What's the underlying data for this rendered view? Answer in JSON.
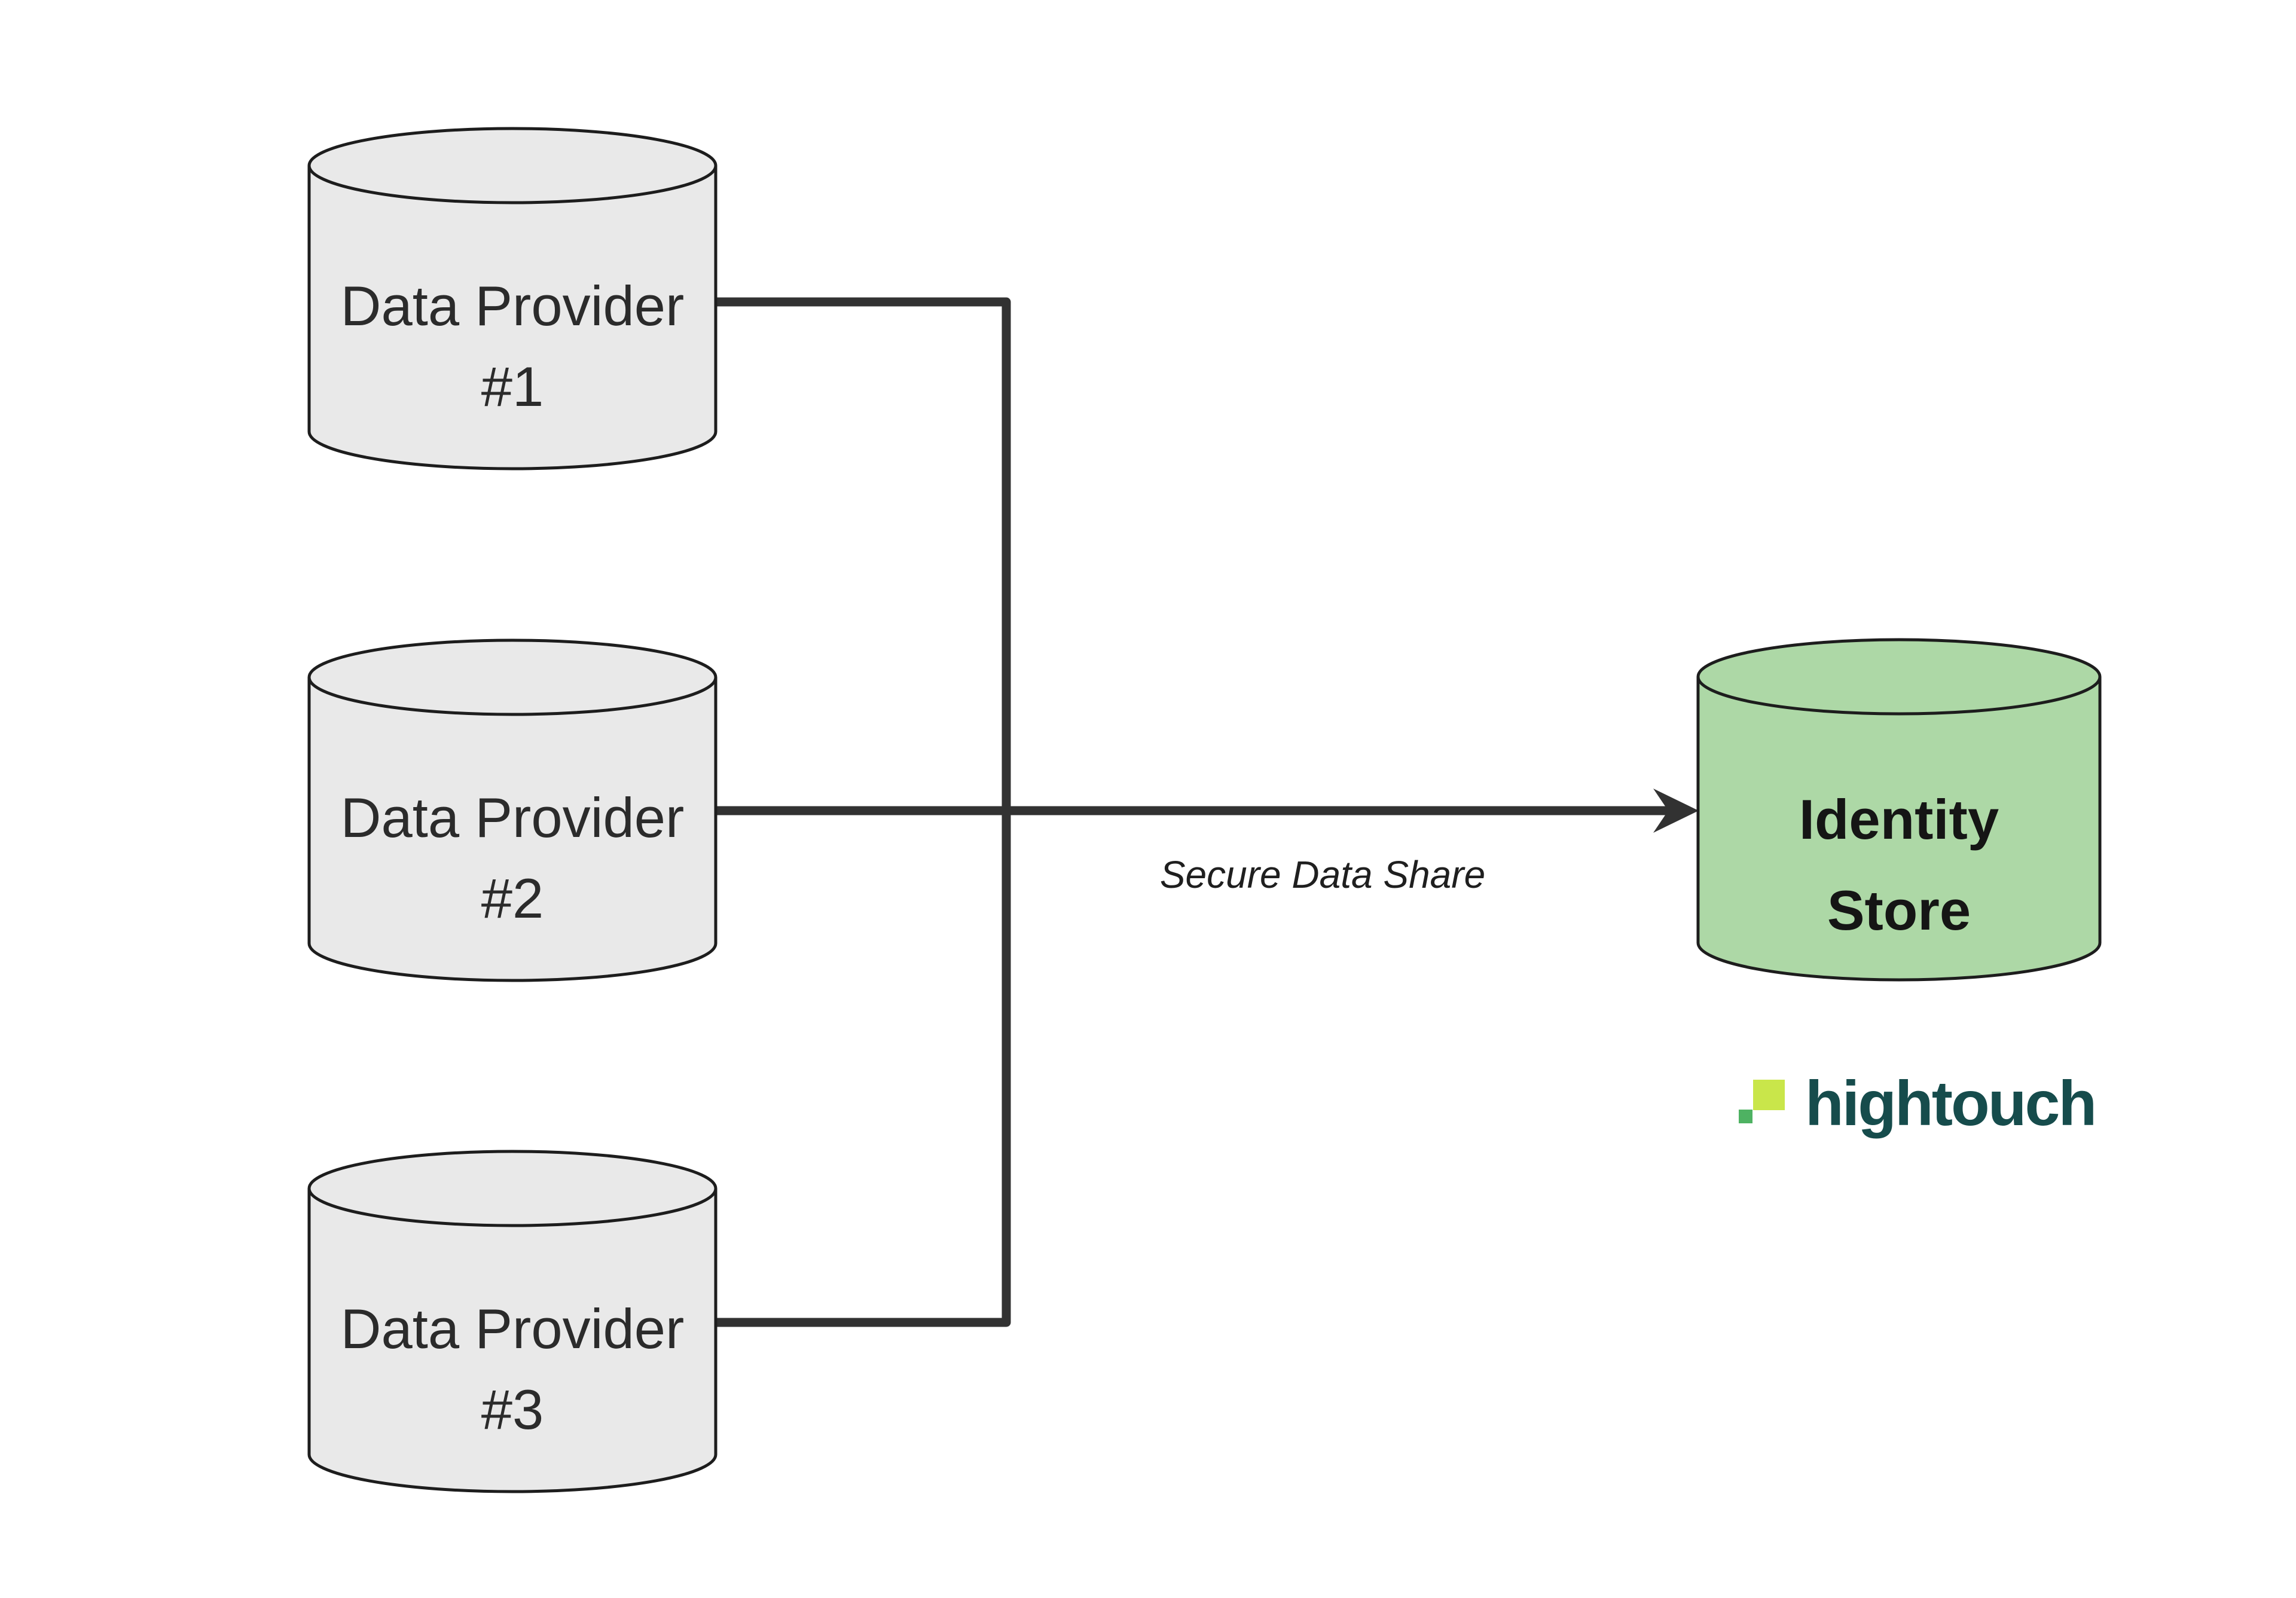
{
  "diagram": {
    "title": "",
    "type": "data-flow-diagram",
    "nodes": {
      "provider1": {
        "line1": "Data Provider",
        "line2": "#1",
        "shape": "database-cylinder"
      },
      "provider2": {
        "line1": "Data Provider",
        "line2": "#2",
        "shape": "database-cylinder"
      },
      "provider3": {
        "line1": "Data Provider",
        "line2": "#3",
        "shape": "database-cylinder"
      },
      "identity_store": {
        "line1": "Identity",
        "line2": "Store",
        "shape": "database-cylinder"
      }
    },
    "edges": {
      "providers_to_identity_store": {
        "label": "Secure Data Share",
        "arrow": "right"
      }
    }
  },
  "logo": {
    "text": "hightouch"
  },
  "colors": {
    "canvas_bg": "#ffffff",
    "provider_fill": "#e9e9e9",
    "identity_fill": "#add8a6",
    "node_stroke": "#1d1d1d",
    "connector": "#323232",
    "label_text": "#2b2b2b",
    "identity_text": "#151515",
    "edge_label_text": "#1f1f1f",
    "logo_text": "#164c4c",
    "logo_lime": "#c9e64a",
    "logo_green": "#4eb262"
  }
}
